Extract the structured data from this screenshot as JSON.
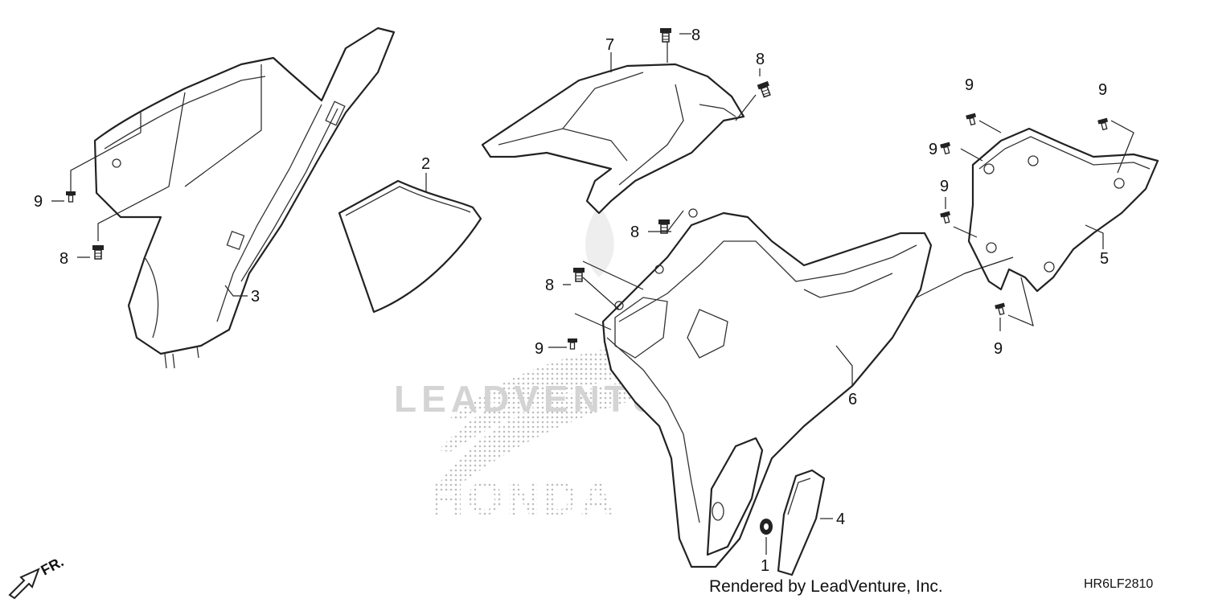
{
  "watermark": {
    "brand": "LEADVENTURE",
    "maker": "HONDA"
  },
  "callouts": {
    "p1": "1",
    "p2": "2",
    "p3": "3",
    "p4": "4",
    "p5": "5",
    "p6": "6",
    "p7": "7",
    "p8": "8",
    "p9": "9"
  },
  "orientation": {
    "label": "FR."
  },
  "footer": {
    "credit": "Rendered by LeadVenture, Inc.",
    "diagram_code": "HR6LF2810"
  },
  "colors": {
    "line": "#222222",
    "watermark": "#d4d4d4",
    "background": "#ffffff"
  }
}
